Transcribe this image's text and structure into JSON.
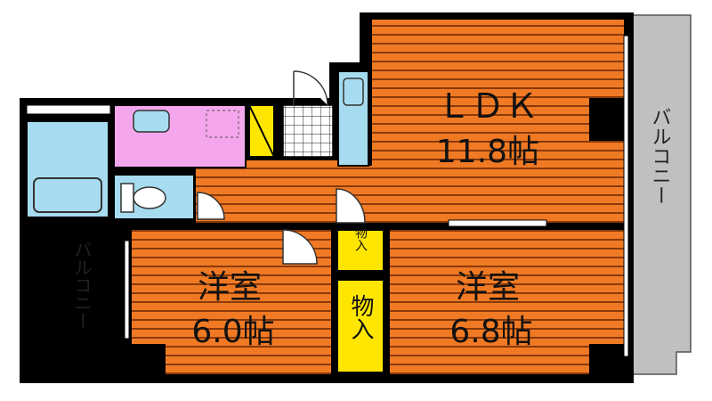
{
  "rooms": {
    "ldk": {
      "name": "ＬＤＫ",
      "size": "11.8帖"
    },
    "room_left": {
      "name": "洋室",
      "size": "6.0帖"
    },
    "room_right": {
      "name": "洋室",
      "size": "6.8帖"
    }
  },
  "storage": {
    "small": "物入",
    "large": "物入"
  },
  "balcony": {
    "right": "バルコニー",
    "left": "バルコニー"
  },
  "colors": {
    "floor": "#f07a24",
    "floor_stripe": "#8a3a08",
    "wall": "#000000",
    "wet_area": "#a7dcf0",
    "washroom": "#f4a6ec",
    "storage": "#ffe600",
    "balcony": "#c0c0c0",
    "entrance_tile": "#ffffff"
  }
}
